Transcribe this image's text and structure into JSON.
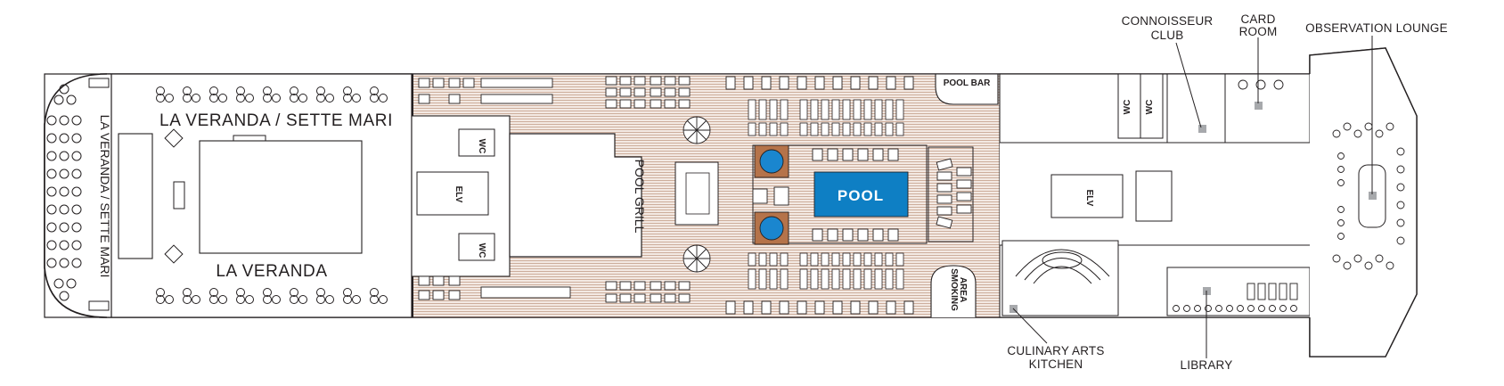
{
  "labels": {
    "connoisseur_club": [
      "CONNOISSEUR",
      "CLUB"
    ],
    "card_room": [
      "CARD",
      "ROOM"
    ],
    "observation_lounge": "OBSERVATION LOUNGE",
    "la_veranda_sette_mari_top": "LA VERANDA / SETTE MARI",
    "la_veranda_sette_mari_vertical": "LA VERANDA / SETTE MARI",
    "la_veranda": "LA VERANDA",
    "pool_grill": "POOL GRILL",
    "pool_bar": "POOL BAR",
    "pool": "POOL",
    "smoking_area": [
      "SMOKING",
      "AREA"
    ],
    "culinary_arts_kitchen": [
      "CULINARY ARTS",
      "KITCHEN"
    ],
    "library": "LIBRARY",
    "wc": "WC",
    "elv": "ELV"
  },
  "colors": {
    "outline": "#231f20",
    "pool_blue": "#0e7fc4",
    "jacuzzi_blue": "#1a86cf",
    "jacuzzi_deck": "#b5734a",
    "teak_deck": "#c9a894",
    "marker_gray": "#a7a9ac",
    "background": "#ffffff"
  }
}
